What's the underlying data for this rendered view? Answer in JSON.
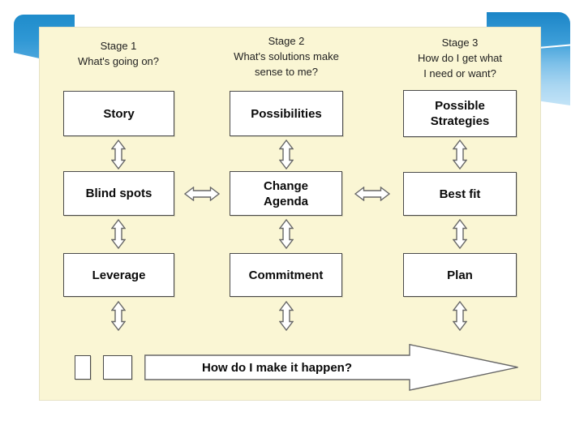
{
  "slide": {
    "panel_color": "#FAF6D4",
    "accent_blue": "#2E96D3",
    "box_border_color": "#4a4a4a"
  },
  "stages": [
    {
      "title": "Stage 1",
      "question": "What's going on?",
      "boxes": [
        "Story",
        "Blind spots",
        "Leverage"
      ]
    },
    {
      "title": "Stage 2",
      "question": "What's solutions make\nsense to me?",
      "boxes": [
        "Possibilities",
        "Change\nAgenda",
        "Commitment"
      ]
    },
    {
      "title": "Stage 3",
      "question": "How do I get what\nI need or want?",
      "boxes": [
        "Possible\nStrategies",
        "Best fit",
        "Plan"
      ]
    }
  ],
  "bottom_arrow": {
    "label": "How do I make it happen?"
  },
  "icons": {
    "updown_arrow": "⇕",
    "leftright_arrow": "⇔",
    "big_right_arrow": "⇨"
  }
}
